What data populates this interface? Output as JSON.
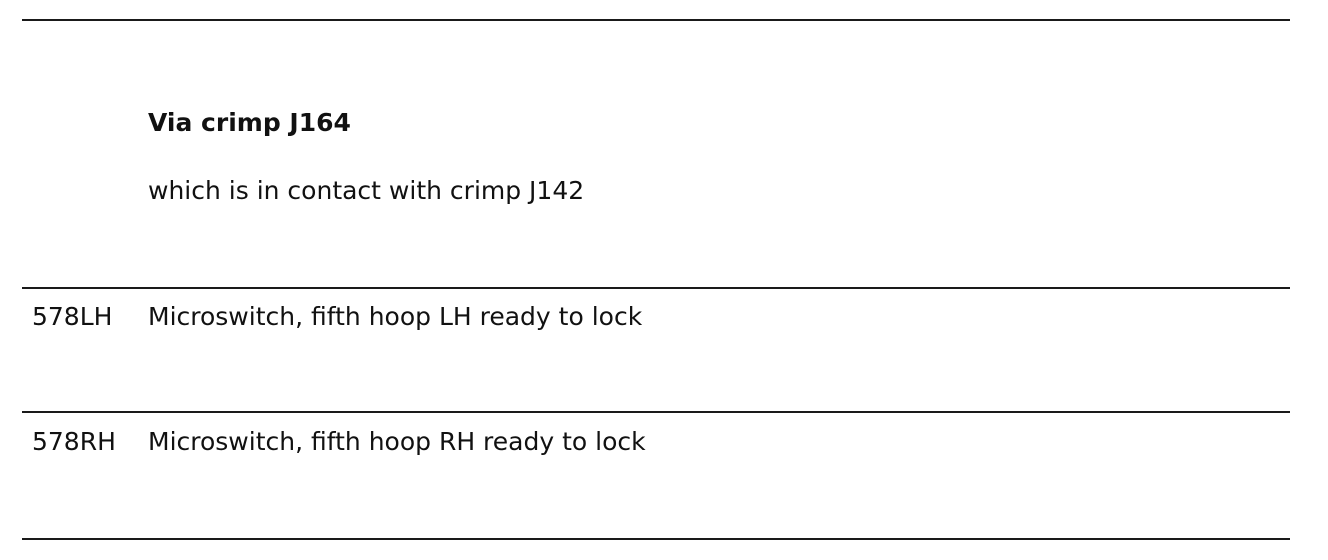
{
  "section": {
    "heading": "Via crimp J164",
    "subtext": "which is in contact with crimp J142"
  },
  "rows": [
    {
      "code": "578LH",
      "description": "Microswitch, fifth hoop LH ready to lock"
    },
    {
      "code": "578RH",
      "description": "Microswitch, fifth hoop RH ready to lock"
    }
  ]
}
